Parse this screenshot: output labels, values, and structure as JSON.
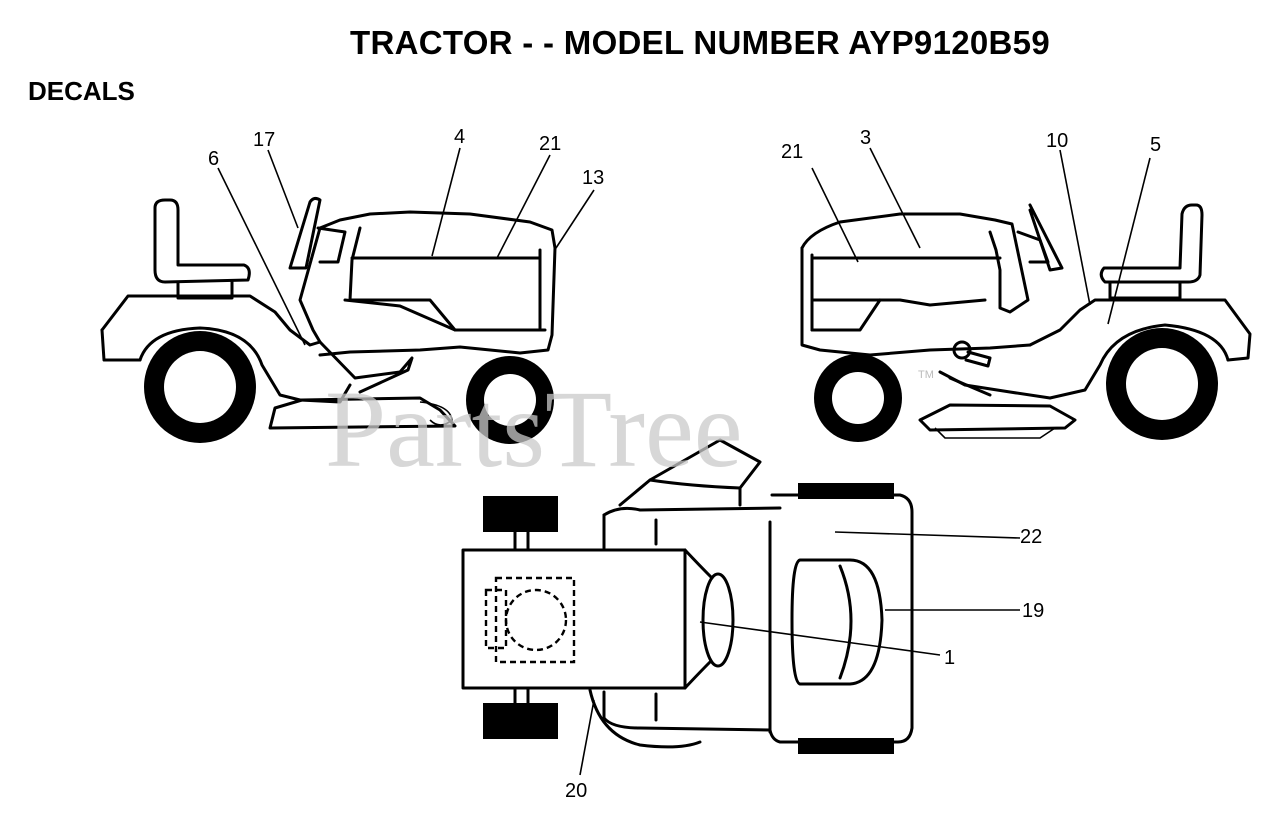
{
  "title": "TRACTOR - - MODEL NUMBER AYP9120B59",
  "subtitle": "DECALS",
  "watermark": {
    "text": "PartsTree",
    "tm": "TM"
  },
  "callouts": {
    "c17": "17",
    "c4": "4",
    "c21l": "21",
    "c13": "13",
    "c6": "6",
    "c21r": "21",
    "c3": "3",
    "c10": "10",
    "c5": "5",
    "c22": "22",
    "c19": "19",
    "c1": "1",
    "c20": "20"
  },
  "colors": {
    "line": "#000000",
    "watermark": "#c9c9c9",
    "background": "#ffffff"
  }
}
